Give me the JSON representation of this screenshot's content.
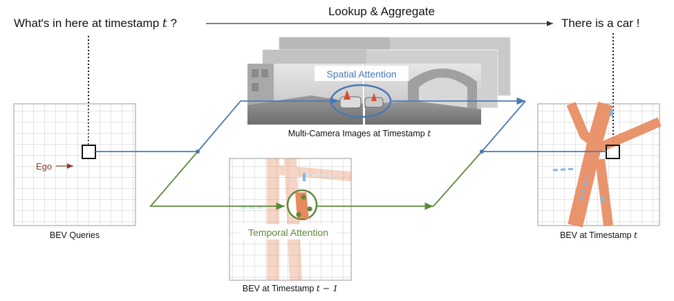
{
  "question": {
    "text": "What's in here at timestamp",
    "var": "t",
    "suffix": " ?"
  },
  "lookup": {
    "label": "Lookup & Aggregate"
  },
  "answer": {
    "text": "There is a car !"
  },
  "bev_queries": {
    "label": "BEV Queries",
    "ego_label": "Ego"
  },
  "cameras": {
    "label": "Multi-Camera Images at Timestamp",
    "var": "t",
    "attention_label": "Spatial Attention"
  },
  "prev_bev": {
    "label": "BEV at Timestamp",
    "var": "t − 1",
    "attention_label": "Temporal Attention"
  },
  "current_bev": {
    "label": "BEV at Timestamp",
    "var": "t"
  },
  "colors": {
    "spatial": "#4a78b5",
    "temporal": "#5b8a3a",
    "ego": "#8b3a2a",
    "road": "#e8895e",
    "lane": "#7fb8e8",
    "grid": "#c8c8c8"
  }
}
